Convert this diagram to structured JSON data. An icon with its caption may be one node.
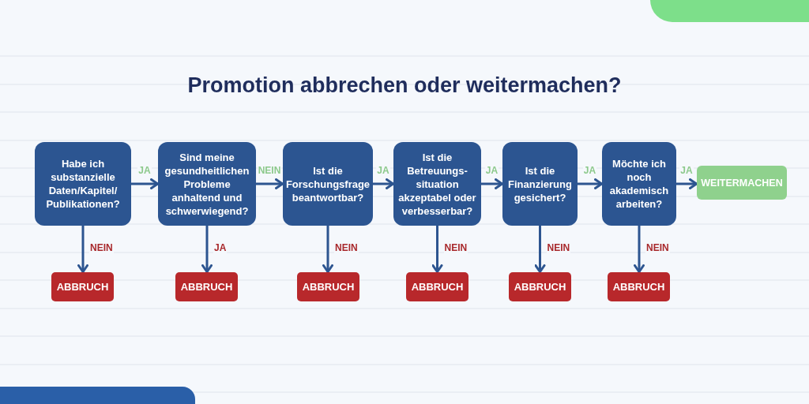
{
  "diagram": {
    "title": "Promotion abbrechen oder weitermachen?",
    "nodes": [
      {
        "text": [
          "Habe ich substanzielle Daten/Kapitel/ Publikationen?"
        ]
      },
      {
        "text": [
          "Sind meine gesundheitlichen Probleme anhaltend und schwerwiegend?"
        ]
      },
      {
        "text": [
          "Ist die Forschungsfrage beantwortbar?"
        ]
      },
      {
        "text": [
          "Ist die Betreuungs- situation akzeptabel oder verbesserbar?"
        ]
      },
      {
        "text": [
          "Ist die Finanzierung gesichert?"
        ]
      },
      {
        "text": [
          "Möchte ich noch akademisch arbeiten?"
        ]
      },
      {
        "text": [
          "WEITERMACHEN"
        ]
      },
      {
        "text": [
          "ABBRUCH"
        ]
      },
      {
        "text": [
          "ABBRUCH"
        ]
      },
      {
        "text": [
          "ABBRUCH"
        ]
      },
      {
        "text": [
          "ABBRUCH"
        ]
      },
      {
        "text": [
          "ABBRUCH"
        ]
      },
      {
        "text": [
          "ABBRUCH"
        ]
      }
    ],
    "edges": [
      {
        "from": 0,
        "to": 1,
        "arrow": "to",
        "label": "JA"
      },
      {
        "from": 1,
        "to": 2,
        "arrow": "to",
        "label": "NEIN"
      },
      {
        "from": 2,
        "to": 3,
        "arrow": "to",
        "label": "JA"
      },
      {
        "from": 3,
        "to": 4,
        "arrow": "to",
        "label": "JA"
      },
      {
        "from": 4,
        "to": 5,
        "arrow": "to",
        "label": "JA"
      },
      {
        "from": 5,
        "to": 6,
        "arrow": "to",
        "label": "JA"
      },
      {
        "from": 0,
        "to": 7,
        "arrow": "to",
        "label": "NEIN"
      },
      {
        "from": 1,
        "to": 8,
        "arrow": "to",
        "label": "JA"
      },
      {
        "from": 2,
        "to": 9,
        "arrow": "to",
        "label": "NEIN"
      },
      {
        "from": 3,
        "to": 10,
        "arrow": "to",
        "label": "NEIN"
      },
      {
        "from": 4,
        "to": 11,
        "arrow": "to",
        "label": "NEIN"
      },
      {
        "from": 5,
        "to": 12,
        "arrow": "to",
        "label": "NEIN"
      }
    ]
  }
}
